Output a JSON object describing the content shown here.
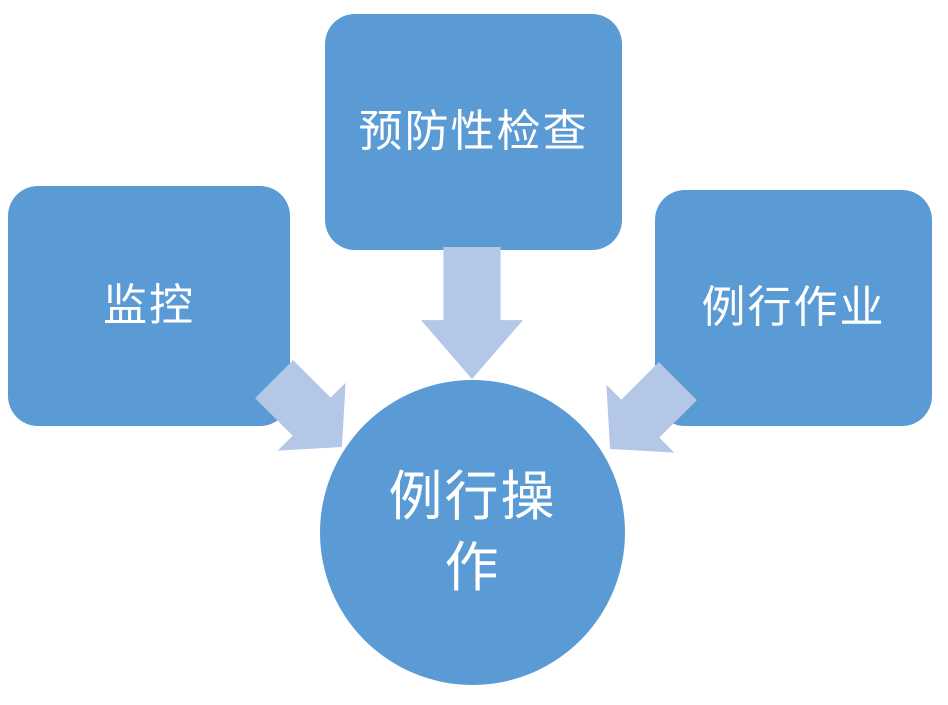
{
  "diagram": {
    "background": "#ffffff",
    "colors": {
      "node_fill": "#5b9bd5",
      "arrow_fill": "#b4c7e7",
      "label_text": "#ffffff"
    },
    "nodes": {
      "monitoring": {
        "label": "监控"
      },
      "preventive_inspection": {
        "label": "预防性检查"
      },
      "routine_work": {
        "label": "例行作业"
      },
      "routine_operation": {
        "label": "例行操作"
      }
    },
    "arrows": [
      {
        "from": "monitoring",
        "to": "routine_operation",
        "direction": "down-right"
      },
      {
        "from": "preventive_inspection",
        "to": "routine_operation",
        "direction": "down"
      },
      {
        "from": "routine_work",
        "to": "routine_operation",
        "direction": "down-left"
      }
    ]
  }
}
